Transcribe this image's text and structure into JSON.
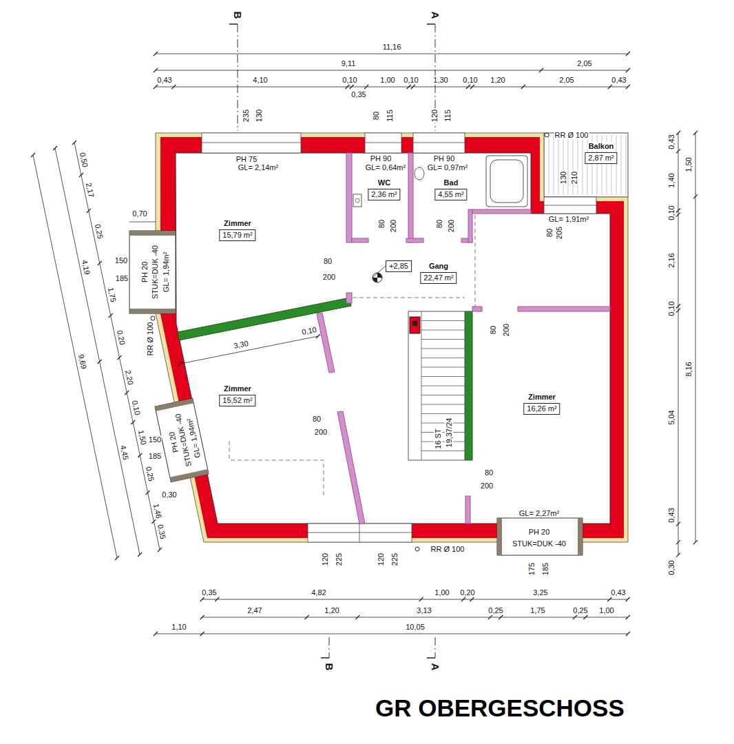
{
  "diagram": {
    "title": "GR OBERGESCHOSS",
    "nodes": [
      {
        "text": [
          "Balkon",
          "2,87 m²"
        ]
      },
      {
        "text": [
          "WC",
          "2,36 m²"
        ]
      },
      {
        "text": [
          "Bad",
          "4,55 m²"
        ]
      },
      {
        "text": [
          "Zimmer",
          "15,79 m²"
        ]
      },
      {
        "text": [
          "+2,85"
        ]
      },
      {
        "text": [
          "Gang",
          "22,47 m²"
        ]
      },
      {
        "text": [
          "Zimmer",
          "15,52 m²"
        ]
      },
      {
        "text": [
          "Zimmer",
          "16,26 m²"
        ]
      }
    ],
    "labels": [
      "11,16",
      "9,11",
      "2,05",
      "0,43",
      "4,10",
      "0,10",
      "0,35",
      "1,00",
      "0,10",
      "1,30",
      "0,10",
      "1,20",
      "2,05",
      "0,43",
      "B",
      "A",
      "235",
      "130",
      "80",
      "115",
      "120",
      "115",
      "PH 75",
      "GL= 2,14m²",
      "PH 90",
      "GL= 0,64m²",
      "PH 90",
      "GL= 0,97m²",
      "RR Ø 100",
      "130",
      "210",
      "GL= 1,91m²",
      "80",
      "205",
      "80",
      "200",
      "80",
      "200",
      "80",
      "200",
      "0,70",
      "PH 20",
      "STUK=DUK -40",
      "GL= 1,94m²",
      "150",
      "185",
      "RR Ø 100",
      "3,30",
      "0,10",
      "PH 20",
      "STUK=DUK -40",
      "GL= 1,94m²",
      "150",
      "185",
      "0,30",
      "80",
      "200",
      "16 ST",
      "19,37/24",
      "80",
      "200",
      "80",
      "200",
      "GL= 2,27m²",
      "PH 20",
      "STUK=DUK -40",
      "175",
      "185",
      "120",
      "225",
      "120",
      "225",
      "RR Ø 100",
      "0,35",
      "4,82",
      "1,00",
      "0,20",
      "3,25",
      "0,43",
      "2,47",
      "1,20",
      "3,13",
      "0,25",
      "1,75",
      "0,25",
      "1,00",
      "1,10",
      "10,05",
      "B",
      "A",
      "0,43",
      "1,40",
      "0,10",
      "2,16",
      "0,10",
      "5,04",
      "0,43",
      "0,30",
      "1,50",
      "8,16",
      "9,69",
      "4,19",
      "4,45",
      "0,50",
      "2,17",
      "0,25",
      "1,75",
      "0,20",
      "2,20",
      "0,10",
      "1,50",
      "0,25",
      "1,46",
      "0,35"
    ]
  }
}
